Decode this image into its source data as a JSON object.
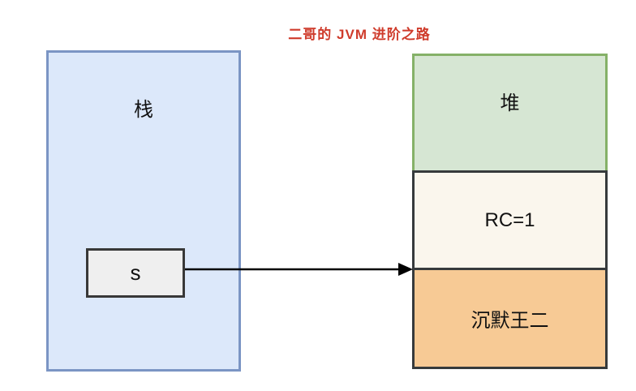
{
  "title": {
    "text": "二哥的 JVM 进阶之路",
    "color": "#cf3b2b"
  },
  "stack": {
    "label": "栈",
    "variable": "s"
  },
  "heap": {
    "label": "堆",
    "rc_value": "RC=1",
    "object_name": "沉默王二"
  },
  "arrow": {
    "icon": "right-arrow-icon",
    "from": "s",
    "to": "RC=1"
  },
  "colors": {
    "title_red": "#cf3b2b",
    "stack_fill": "#dce8fa",
    "stack_border": "#7b95c4",
    "heap_fill": "#d6e6d3",
    "heap_border": "#85b168",
    "rc_fill": "#faf6ed",
    "object_fill": "#f7ca95",
    "dark_border": "#363a3c",
    "variable_fill": "#efefef"
  }
}
